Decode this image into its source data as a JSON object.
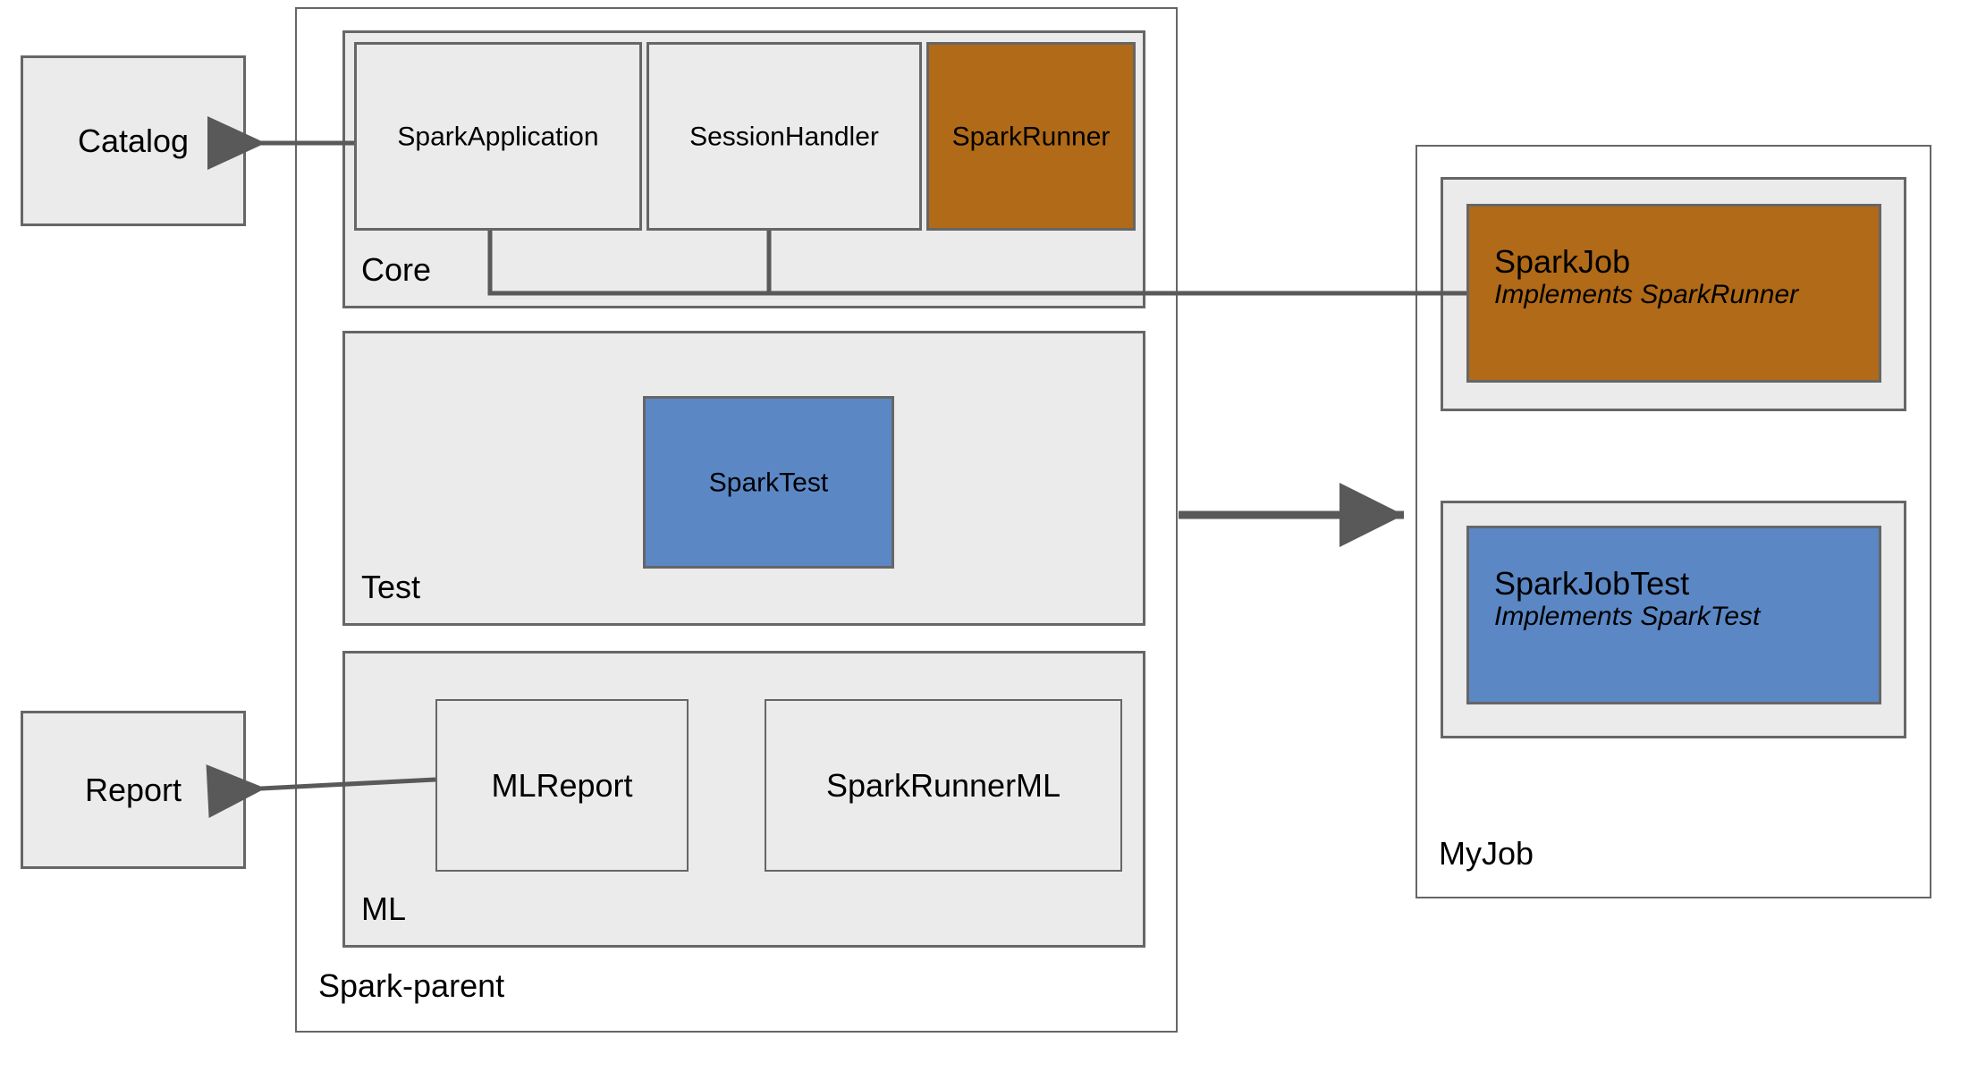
{
  "diagram": {
    "title_not_shown": "",
    "colors": {
      "panel_fill": "#ebebeb",
      "node_border": "#666666",
      "orange": "#b06a18",
      "blue": "#5b87c5",
      "connector": "#595959",
      "canvas": "#ffffff"
    }
  },
  "external": {
    "catalog": {
      "label": "Catalog"
    },
    "report": {
      "label": "Report"
    }
  },
  "spark_parent": {
    "label": "Spark-parent",
    "core": {
      "label": "Core",
      "nodes": [
        {
          "label": "SparkApplication",
          "style": "grey"
        },
        {
          "label": "SessionHandler",
          "style": "grey"
        },
        {
          "label": "SparkRunner",
          "style": "orange"
        }
      ]
    },
    "test": {
      "label": "Test",
      "nodes": [
        {
          "label": "SparkTest",
          "style": "blue"
        }
      ]
    },
    "ml": {
      "label": "ML",
      "nodes": [
        {
          "label": "MLReport",
          "style": "grey"
        },
        {
          "label": "SparkRunnerML",
          "style": "grey"
        }
      ]
    }
  },
  "my_job": {
    "label": "MyJob",
    "nodes": [
      {
        "label": "SparkJob",
        "sub": "Implements SparkRunner",
        "style": "orange"
      },
      {
        "label": "SparkJobTest",
        "sub": "Implements SparkTest",
        "style": "blue"
      }
    ]
  },
  "connectors": [
    {
      "name": "sparkapplication-to-catalog",
      "kind": "arrow-left"
    },
    {
      "name": "core-to-sparkjob",
      "kind": "line"
    },
    {
      "name": "test-to-sparkjobtest",
      "kind": "arrow-right"
    },
    {
      "name": "mlreport-to-report",
      "kind": "arrow-left"
    }
  ]
}
